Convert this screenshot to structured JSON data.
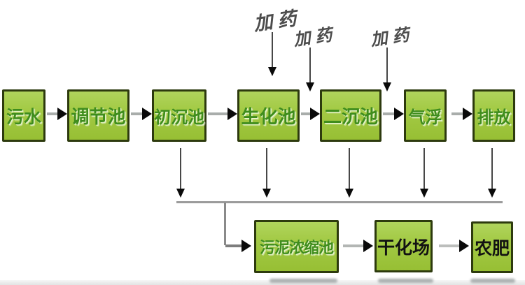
{
  "diagram": {
    "type": "process-flowchart",
    "subject": "wastewater treatment process",
    "main_flow": {
      "boxes": [
        "污水",
        "调节池",
        "初沉池",
        "生化池",
        "二沉池",
        "气浮",
        "排放"
      ]
    },
    "dosing": {
      "labels": [
        "加药",
        "加药",
        "加药"
      ]
    },
    "sludge_flow": {
      "boxes": [
        "污泥浓缩池",
        "干化场",
        "农肥"
      ]
    },
    "colors": {
      "box_fill": "#a3ca45",
      "box_border": "#2d3a0e",
      "box_text_green": "#3f8d1d",
      "box_text_dark": "#121212",
      "arrow_shaft_gray": "#a9adab",
      "arrow_head_black": "#0a0a0a",
      "collector_line_gray": "#9b9b9b",
      "dosing_text_gray": "#4d4d4d",
      "background": "#ffffff"
    }
  }
}
